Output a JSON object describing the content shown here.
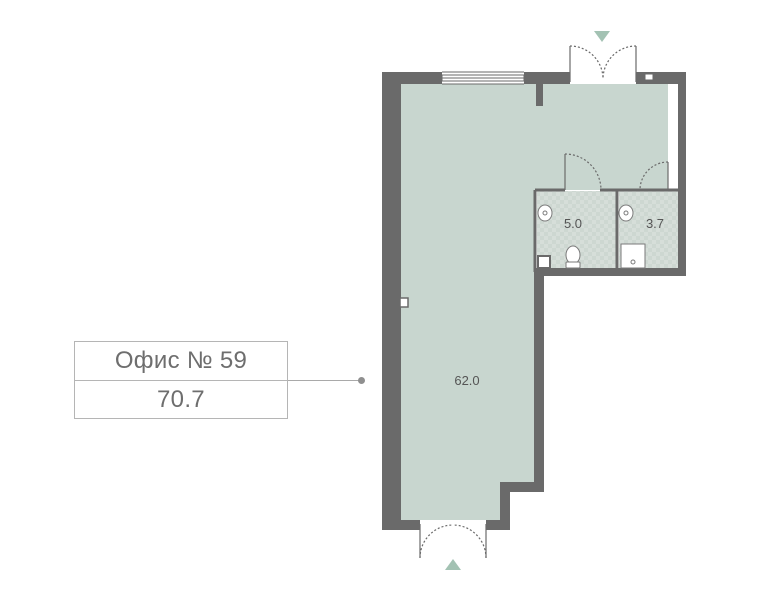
{
  "unit": {
    "name": "Офис № 59",
    "total_area": "70.7"
  },
  "rooms": [
    {
      "id": "main-office",
      "area": "62.0"
    },
    {
      "id": "bathroom-1",
      "area": "5.0"
    },
    {
      "id": "bathroom-2",
      "area": "3.7"
    }
  ],
  "colors": {
    "wall": "#6a6a6a",
    "floor": "#c8d6cf",
    "tile_floor": "#d5ddd8",
    "text": "#6e6e6e",
    "entrance_marker": "#a3c2b3"
  },
  "icons": [
    "entrance-arrow-icon",
    "sink-icon",
    "toilet-icon",
    "shower-icon",
    "door-swing-icon"
  ]
}
